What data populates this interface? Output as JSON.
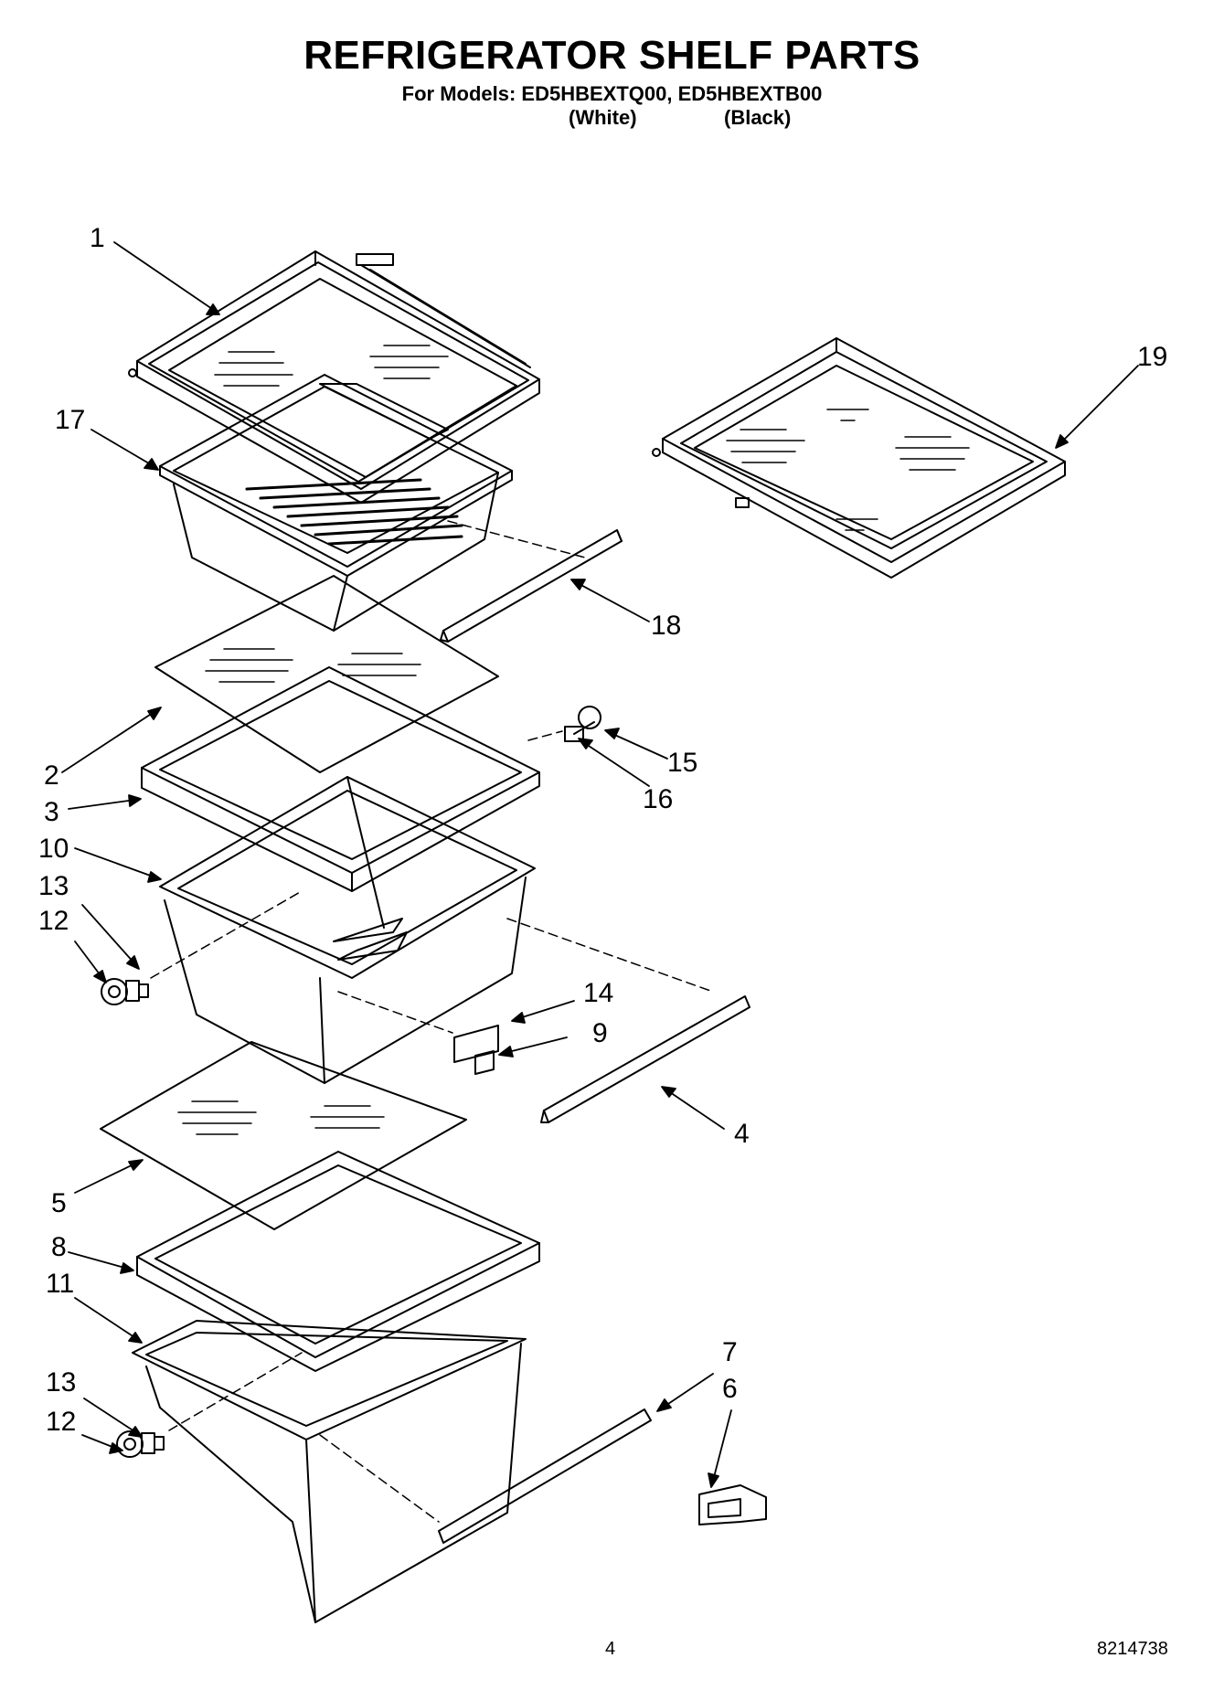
{
  "header": {
    "title": "REFRIGERATOR SHELF PARTS",
    "models_line": "For Models: ED5HBEXTQ00, ED5HBEXTB00",
    "variant_white": "(White)",
    "variant_black": "(Black)"
  },
  "callouts": {
    "c1": "1",
    "c17": "17",
    "c19": "19",
    "c18": "18",
    "c2": "2",
    "c3": "3",
    "c15": "15",
    "c16": "16",
    "c10": "10",
    "c13a": "13",
    "c12a": "12",
    "c14": "14",
    "c9": "9",
    "c4": "4",
    "c5": "5",
    "c8": "8",
    "c11": "11",
    "c7": "7",
    "c6": "6",
    "c13b": "13",
    "c12b": "12"
  },
  "footer": {
    "page_number": "4",
    "doc_number": "8214738"
  }
}
